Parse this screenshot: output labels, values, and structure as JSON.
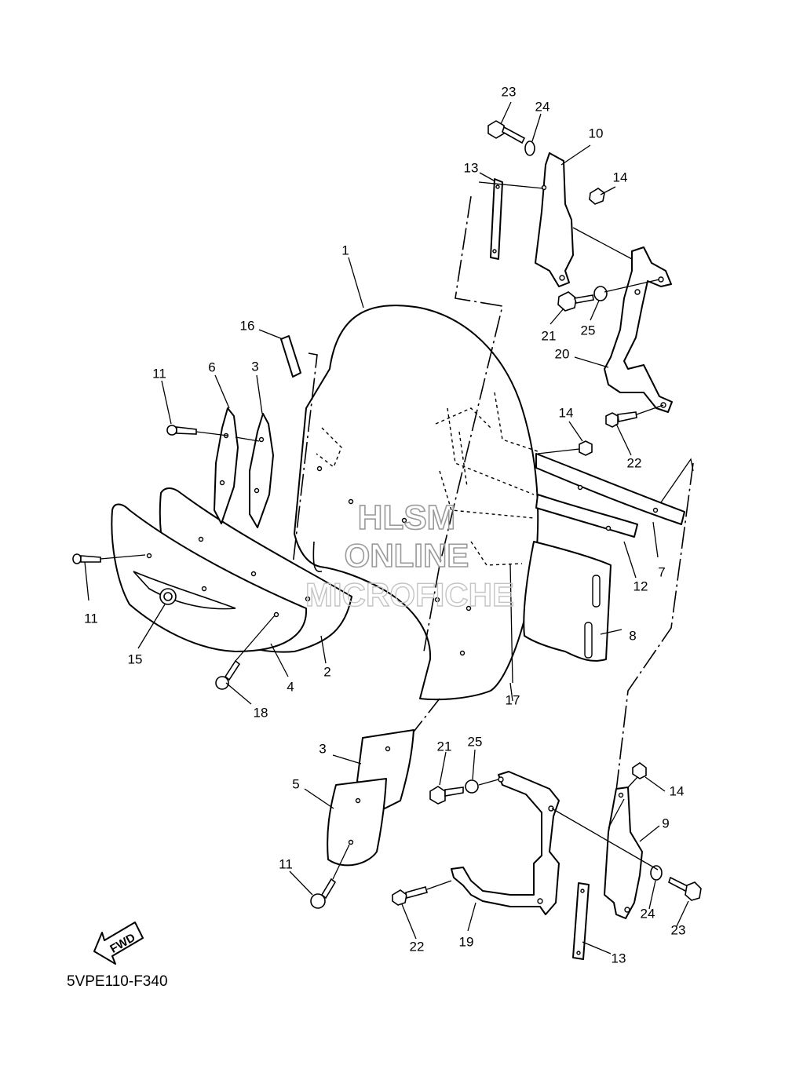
{
  "diagram": {
    "code": "5VPE110-F340",
    "fwd_label": "FWD",
    "watermark": {
      "line1": "HLSM",
      "line2": "ONLINE",
      "line3": "MICROFICHE"
    },
    "callouts": {
      "c1": "1",
      "c2": "2",
      "c3a": "3",
      "c3b": "3",
      "c4": "4",
      "c5": "5",
      "c6": "6",
      "c7": "7",
      "c8": "8",
      "c9": "9",
      "c10": "10",
      "c11a": "11",
      "c11b": "11",
      "c11c": "11",
      "c12": "12",
      "c13a": "13",
      "c13b": "13",
      "c14a": "14",
      "c14b": "14",
      "c14c": "14",
      "c15": "15",
      "c16": "16",
      "c17": "17",
      "c18": "18",
      "c19": "19",
      "c20": "20",
      "c21a": "21",
      "c21b": "21",
      "c22a": "22",
      "c22b": "22",
      "c23a": "23",
      "c23b": "23",
      "c24a": "24",
      "c24b": "24",
      "c25a": "25",
      "c25b": "25"
    }
  }
}
